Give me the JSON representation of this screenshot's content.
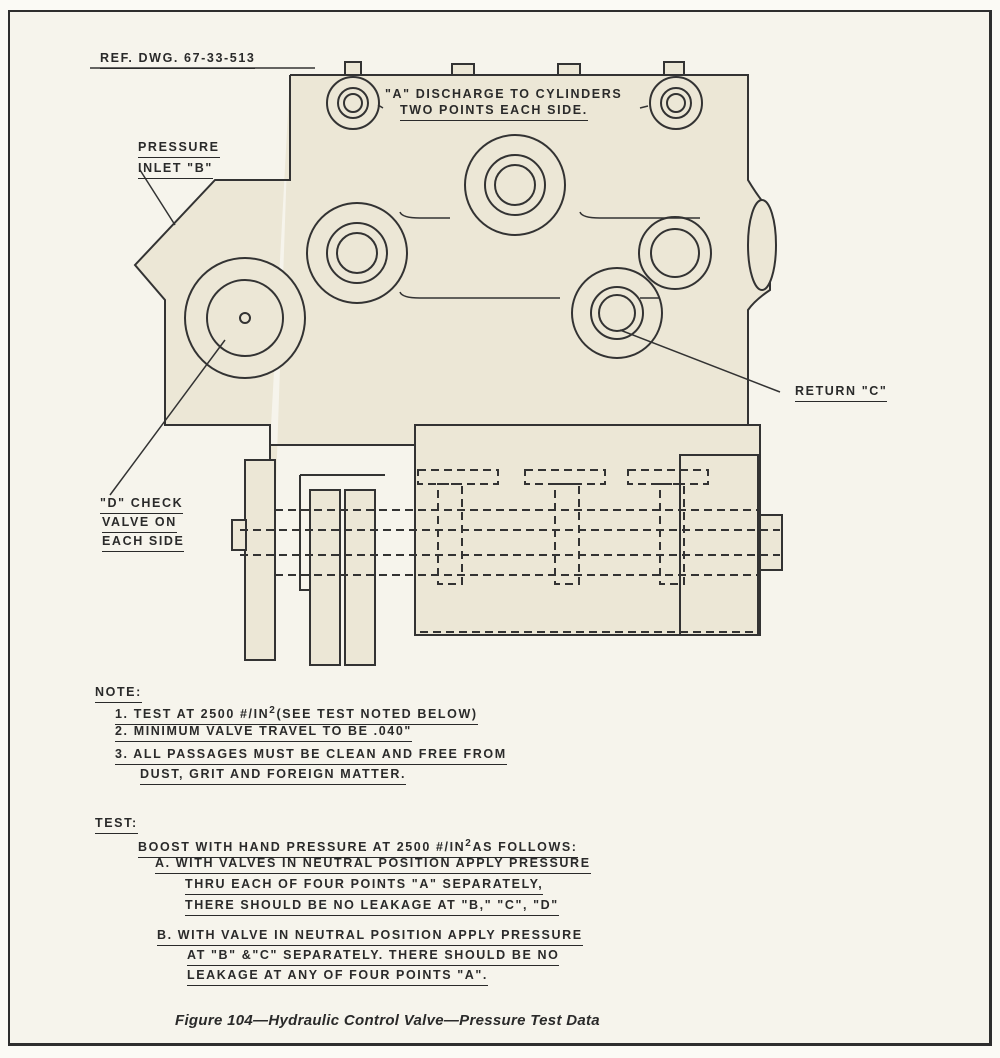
{
  "ref_drawing": "REF. DWG. 67-33-513",
  "labels": {
    "discharge_line1": "\"A\" DISCHARGE TO CYLINDERS",
    "discharge_line2": "TWO POINTS EACH SIDE.",
    "pressure_inlet_line1": "PRESSURE",
    "pressure_inlet_line2": "INLET \"B\"",
    "return": "RETURN \"C\"",
    "check_valve_line1": "\"D\" CHECK",
    "check_valve_line2": "VALVE ON",
    "check_valve_line3": "EACH SIDE"
  },
  "note": {
    "heading": "NOTE:",
    "items": [
      {
        "pre": "1. TEST AT 2500 #/IN",
        "sup": "2",
        "post": "(SEE TEST NOTED BELOW)"
      },
      {
        "text": "2. MINIMUM VALVE TRAVEL TO BE .040\""
      },
      {
        "text": "3. ALL PASSAGES MUST BE CLEAN AND FREE FROM"
      },
      {
        "text": "DUST, GRIT AND FOREIGN MATTER."
      }
    ]
  },
  "test": {
    "heading": "TEST:",
    "intro_pre": "BOOST WITH HAND PRESSURE AT 2500 #/IN",
    "intro_sup": "2",
    "intro_post": "AS FOLLOWS:",
    "a_lines": [
      "A. WITH VALVES IN NEUTRAL POSITION APPLY PRESSURE",
      "THRU EACH OF FOUR POINTS \"A\" SEPARATELY,",
      "THERE SHOULD BE NO LEAKAGE AT \"B,\" \"C\", \"D\""
    ],
    "b_lines": [
      "B. WITH VALVE IN NEUTRAL POSITION APPLY PRESSURE",
      "AT \"B\" &\"C\" SEPARATELY. THERE SHOULD BE NO",
      "LEAKAGE AT ANY OF FOUR POINTS \"A\"."
    ]
  },
  "caption": "Figure 104—Hydraulic Control Valve—Pressure Test Data"
}
